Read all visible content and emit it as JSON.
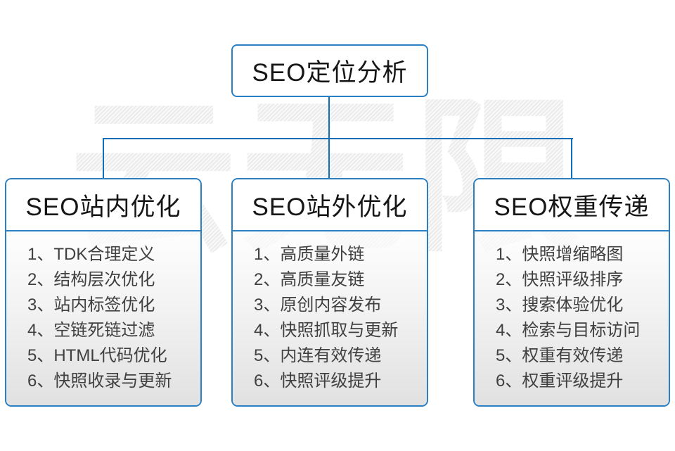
{
  "diagram": {
    "watermark": "云无限",
    "colors": {
      "box_border_blue": "#2b7fc3",
      "connector_blue": "#0e6eb8",
      "panel_gray": "#e2e2e2"
    },
    "root": {
      "title": "SEO定位分析"
    },
    "columns": [
      {
        "title": "SEO站内优化",
        "items": [
          "1、TDK合理定义",
          "2、结构层次优化",
          "3、站内标签优化",
          "4、空链死链过滤",
          "5、HTML代码优化",
          "6、快照收录与更新"
        ]
      },
      {
        "title": "SEO站外优化",
        "items": [
          "1、高质量外链",
          "2、高质量友链",
          "3、原创内容发布",
          "4、快照抓取与更新",
          "5、内连有效传递",
          "6、快照评级提升"
        ]
      },
      {
        "title": "SEO权重传递",
        "items": [
          "1、快照增缩略图",
          "2、快照评级排序",
          "3、搜索体验优化",
          "4、检索与目标访问",
          "5、权重有效传递",
          "6、权重评级提升"
        ]
      }
    ]
  }
}
